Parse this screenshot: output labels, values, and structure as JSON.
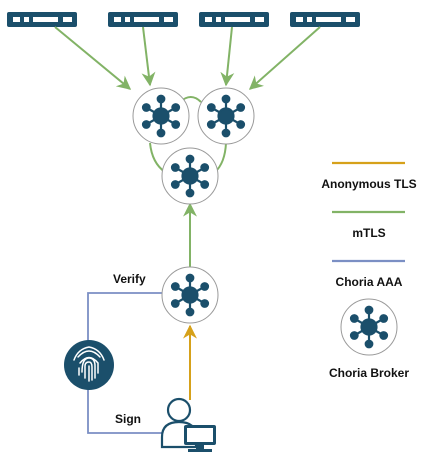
{
  "colors": {
    "anonymous_tls": "#d6a11a",
    "mtls": "#82b366",
    "choria_aaa": "#7b8fc4",
    "broker_fill": "#1b4f6b",
    "server_fill": "#1b4f6b"
  },
  "icons": {
    "server": "server-icon",
    "broker": "broker-hub-icon",
    "fingerprint": "fingerprint-icon",
    "user": "user-workstation-icon"
  },
  "labels": {
    "verify": "Verify",
    "sign": "Sign"
  },
  "legend": [
    {
      "label": "Anonymous TLS",
      "kind": "line",
      "color_key": "anonymous_tls"
    },
    {
      "label": "mTLS",
      "kind": "line",
      "color_key": "mtls"
    },
    {
      "label": "Choria AAA",
      "kind": "line",
      "color_key": "choria_aaa"
    },
    {
      "label": "Choria Broker",
      "kind": "icon"
    }
  ]
}
